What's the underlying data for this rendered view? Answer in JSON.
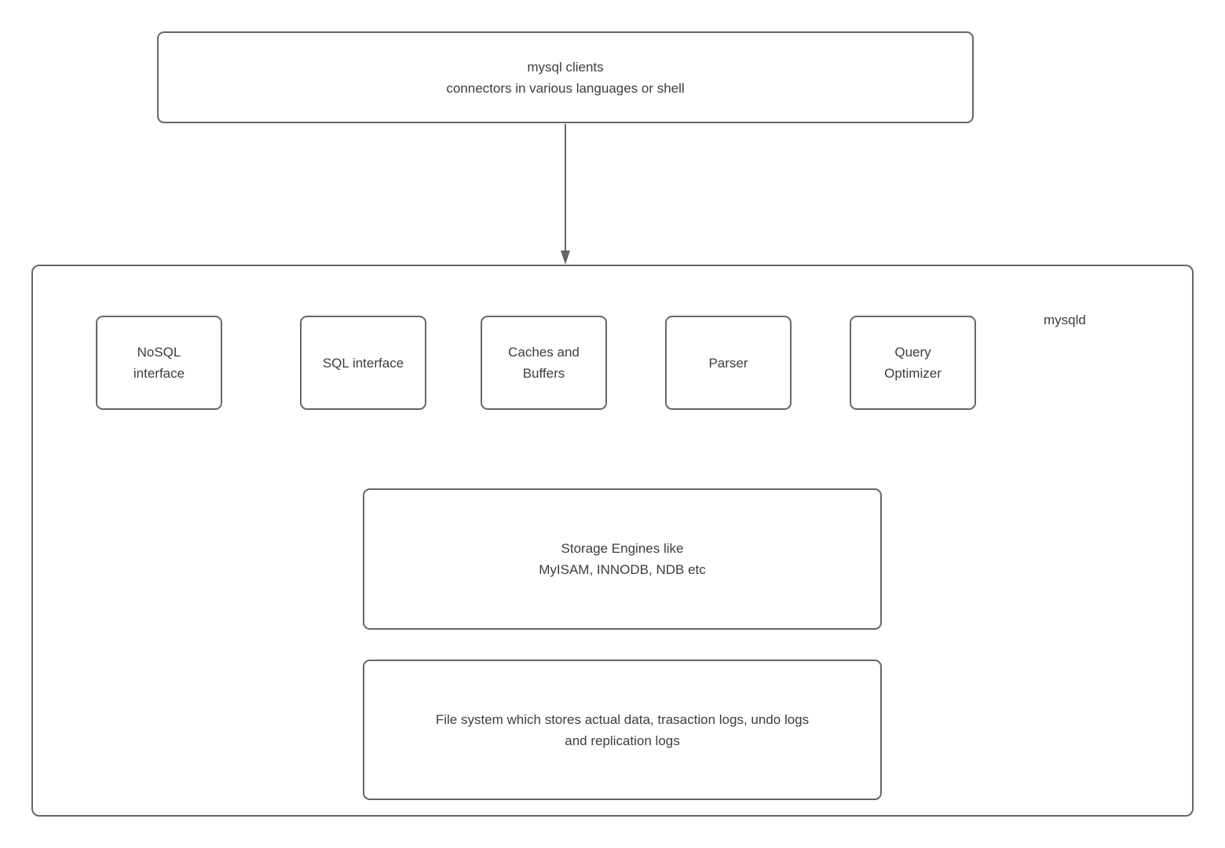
{
  "colors": {
    "border": "#666666",
    "text": "#3d3d3d",
    "background": "#ffffff"
  },
  "diagram": {
    "clients_box": {
      "label": "mysql clients\nconnectors in various languages or shell"
    },
    "arrow": {
      "from": "mysql clients",
      "to": "mysqld",
      "direction": "down"
    },
    "mysqld_label": "mysqld",
    "components": [
      "NoSQL\ninterface",
      "SQL interface",
      "Caches and\nBuffers",
      "Parser",
      "Query\nOptimizer"
    ],
    "storage_box": {
      "label": "Storage Engines like\nMyISAM, INNODB, NDB etc"
    },
    "file_system_box": {
      "label": "File system which stores actual data, trasaction logs, undo logs\nand replication logs"
    }
  }
}
